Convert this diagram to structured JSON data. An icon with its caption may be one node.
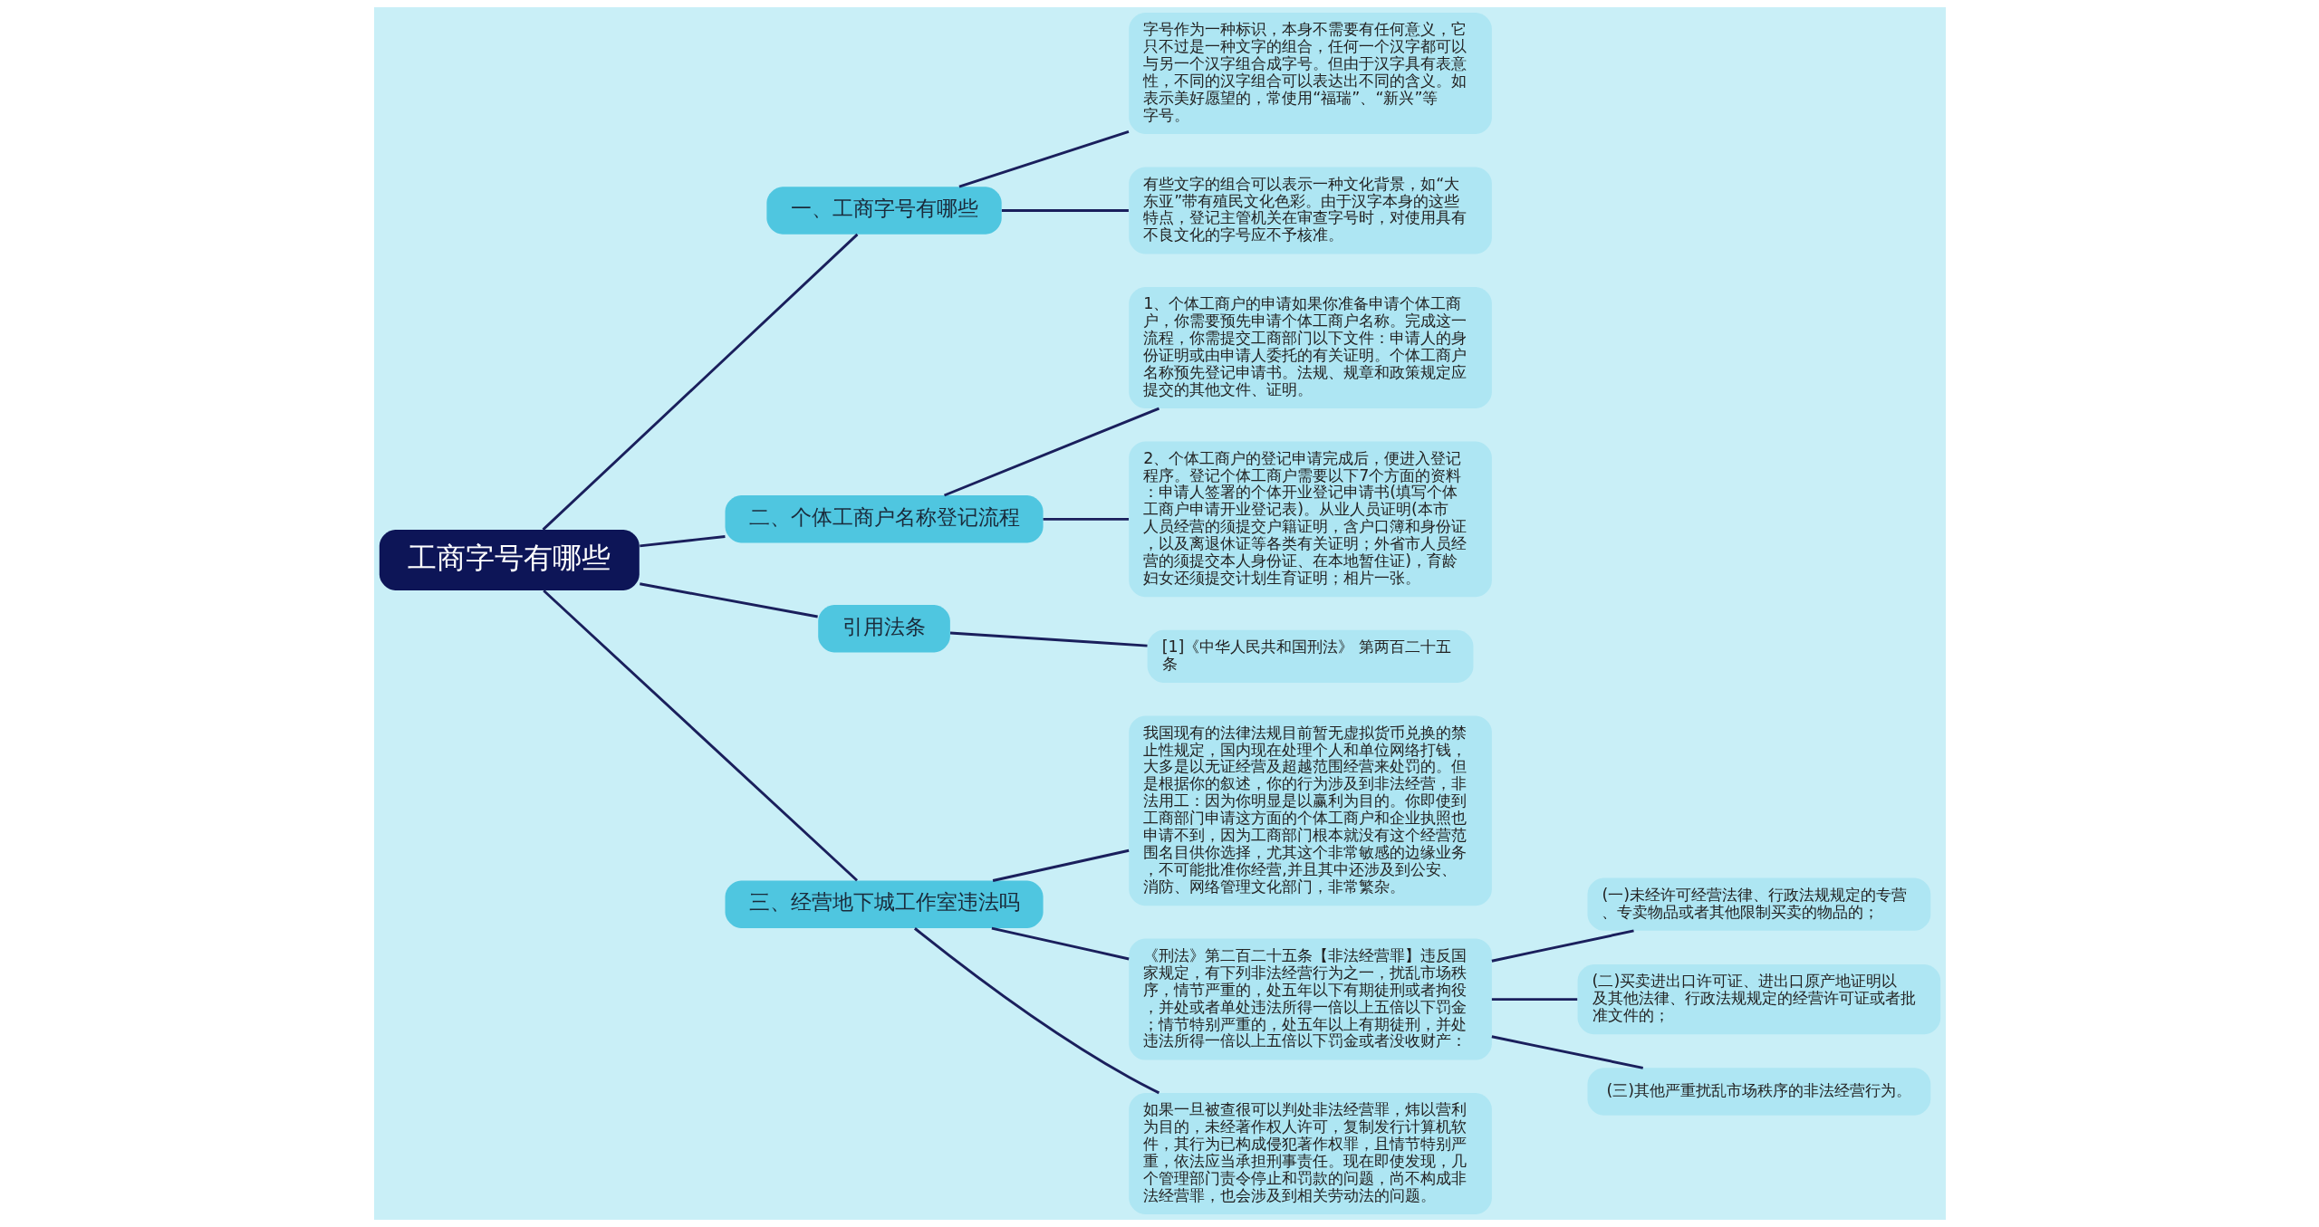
{
  "diagram": {
    "nodes": [
      {
        "text": [
          "工商字号有哪些"
        ]
      },
      {
        "text": [
          "一、工商字号有哪些"
        ]
      },
      {
        "text": [
          "字号作为一种标识，本身不需要有任何意义，它只不过是一种文字的组合，任何一个汉字都可以与另一个汉字组合成字号。但由于汉字具有表意性，不同的汉字组合可以表达出不同的含义。如表示美好愿望的，常使用“福瑞”、“新兴”等字号。"
        ]
      },
      {
        "text": [
          "有些文字的组合可以表示一种文化背景，如“大东亚”带有殖民文化色彩。由于汉字本身的这些特点，登记主管机关在审查字号时，对使用具有不良文化的字号应不予核准。"
        ]
      },
      {
        "text": [
          "二、个体工商户名称登记流程"
        ]
      },
      {
        "text": [
          "1、个体工商户的申请如果你准备申请个体工商户，你需要预先申请个体工商户名称。完成这一流程，你需提交工商部门以下文件：申请人的身份证明或由申请人委托的有关证明。个体工商户名称预先登记申请书。法规、规章和政策规定应提交的其他文件、证明。"
        ]
      },
      {
        "text": [
          "2、个体工商户的登记申请完成后，便进入登记程序。登记个体工商户需要以下7个方面的资料：申请人签署的个体开业登记申请书(填写个体工商户申请开业登记表)。从业人员证明(本市人员经营的须提交户籍证明，含户口簿和身份证，以及离退休证等各类有关证明；外省市人员经营的须提交本人身份证、在本地暂住证)，育龄妇女还须提交计划生育证明；相片一张。"
        ]
      },
      {
        "text": [
          "引用法条"
        ]
      },
      {
        "text": [
          "[1]《中华人民共和国刑法》 第两百二十五条"
        ]
      },
      {
        "text": [
          "三、经营地下城工作室违法吗"
        ]
      },
      {
        "text": [
          "我国现有的法律法规目前暂无虚拟货币兑换的禁止性规定，国内现在处理个人和单位网络打钱，大多是以无证经营及超越范围经营来处罚的。但是根据你的叙述，你的行为涉及到非法经营，非法用工：因为你明显是以赢利为目的。你即使到工商部门申请这方面的个体工商户和企业执照也申请不到，因为工商部门根本就没有这个经营范围名目供你选择，尤其这个非常敏感的边缘业务，不可能批准你经营,并且其中还涉及到公安、消防、网络管理文化部门，非常繁杂。"
        ]
      },
      {
        "text": [
          "《刑法》第二百二十五条【非法经营罪】违反国家规定，有下列非法经营行为之一，扰乱市场秩序，情节严重的，处五年以下有期徒刑或者拘役，并处或者单处违法所得一倍以上五倍以下罚金；情节特别严重的，处五年以上有期徒刑，并处违法所得一倍以上五倍以下罚金或者没收财产："
        ]
      },
      {
        "text": [
          "(一)未经许可经营法律、行政法规规定的专营、专卖物品或者其他限制买卖的物品的；"
        ]
      },
      {
        "text": [
          "(二)买卖进出口许可证、进出口原产地证明以及其他法律、行政法规规定的经营许可证或者批准文件的；"
        ]
      },
      {
        "text": [
          "(三)其他严重扰乱市场秩序的非法经营行为。"
        ]
      },
      {
        "text": [
          "如果一旦被查很可以判处非法经营罪，炜以营利为目的，未经著作权人许可，复制发行计算机软件，其行为已构成侵犯著作权罪，且情节特别严重，依法应当承担刑事责任。现在即使发现，几个管理部门责令停止和罚款的问题，尚不构成非法经营罪，也会涉及到相关劳动法的问题。"
        ]
      }
    ],
    "edges": [
      {
        "from": 0,
        "to": 1,
        "arrow": "none"
      },
      {
        "from": 1,
        "to": 2,
        "arrow": "none"
      },
      {
        "from": 1,
        "to": 3,
        "arrow": "none"
      },
      {
        "from": 0,
        "to": 4,
        "arrow": "none"
      },
      {
        "from": 4,
        "to": 5,
        "arrow": "none"
      },
      {
        "from": 4,
        "to": 6,
        "arrow": "none"
      },
      {
        "from": 0,
        "to": 7,
        "arrow": "none"
      },
      {
        "from": 7,
        "to": 8,
        "arrow": "none"
      },
      {
        "from": 0,
        "to": 9,
        "arrow": "none"
      },
      {
        "from": 9,
        "to": 10,
        "arrow": "none"
      },
      {
        "from": 9,
        "to": 11,
        "arrow": "none"
      },
      {
        "from": 11,
        "to": 12,
        "arrow": "none"
      },
      {
        "from": 11,
        "to": 13,
        "arrow": "none"
      },
      {
        "from": 11,
        "to": 14,
        "arrow": "none"
      },
      {
        "from": 9,
        "to": 15,
        "arrow": "none"
      }
    ]
  }
}
